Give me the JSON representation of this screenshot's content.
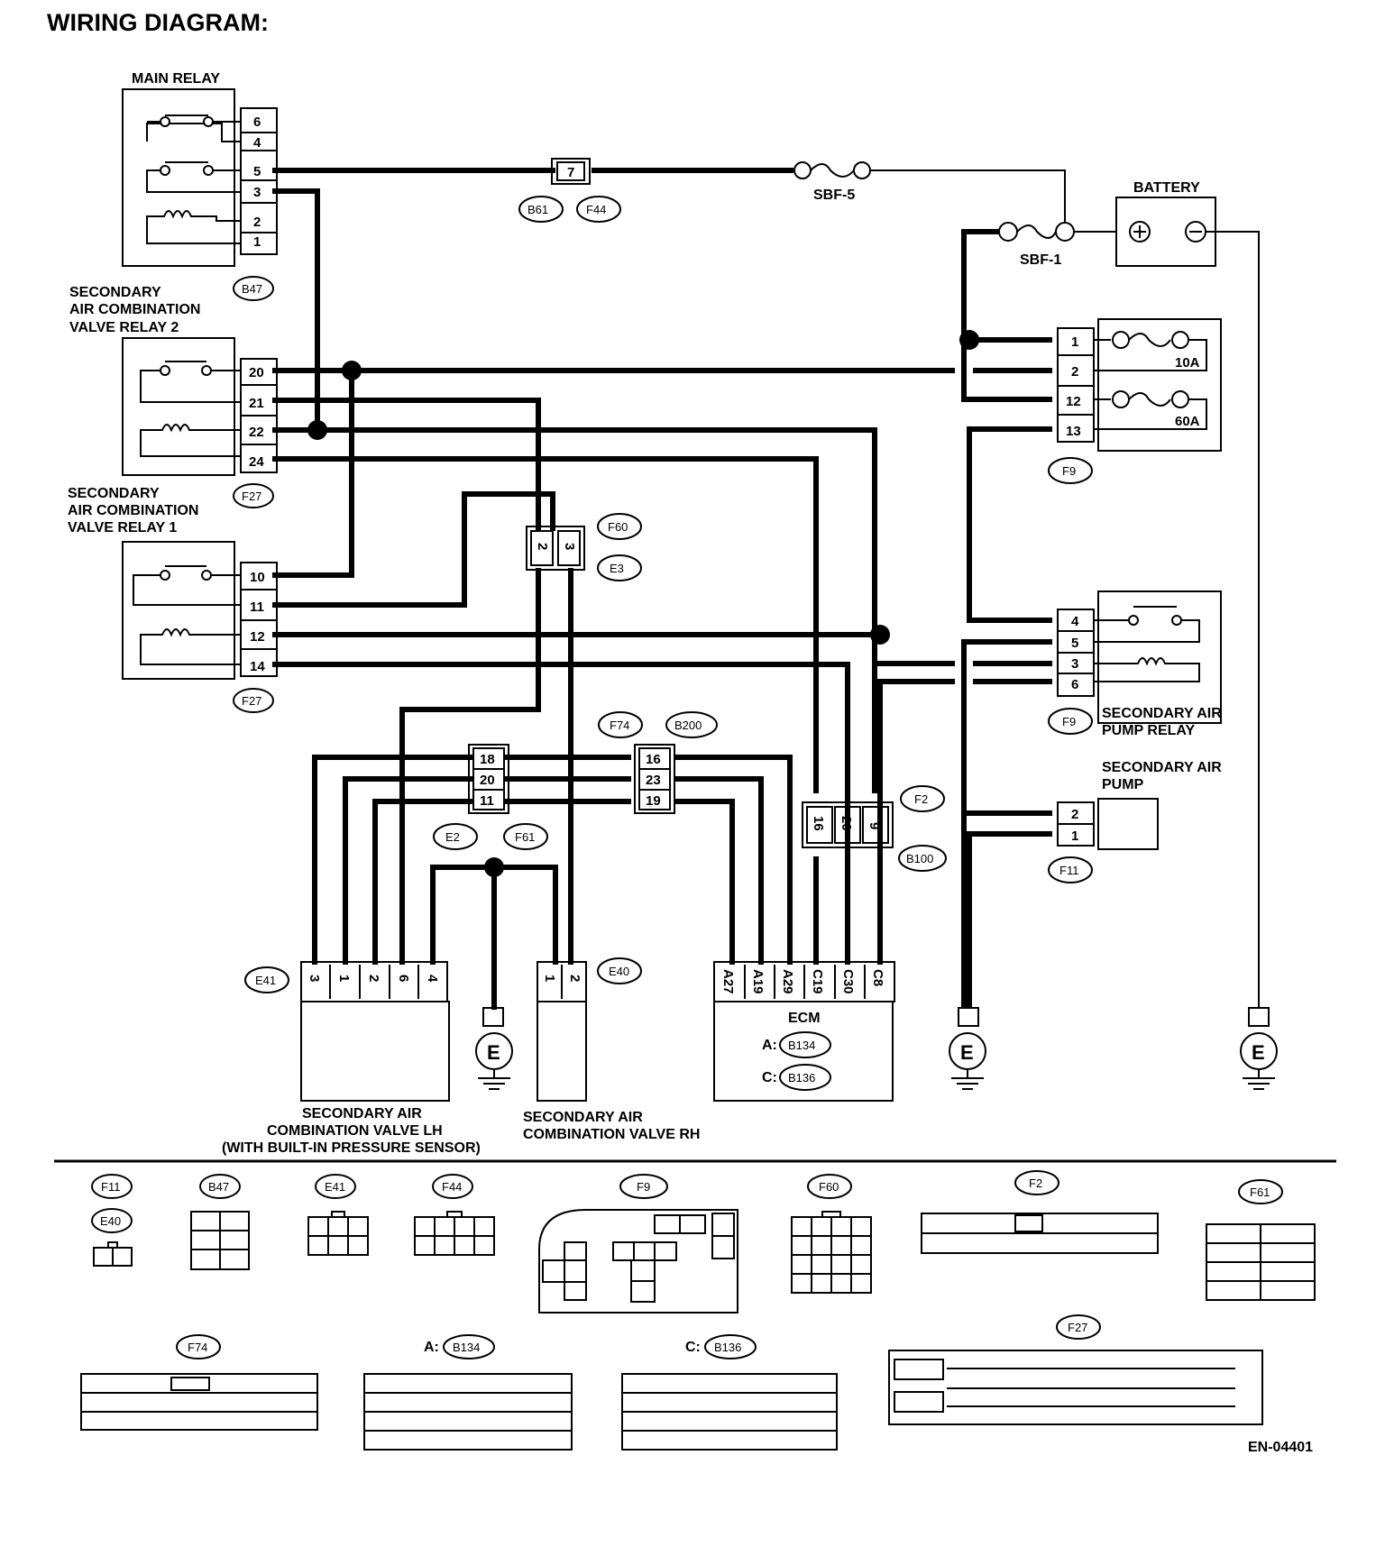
{
  "title": "WIRING DIAGRAM:",
  "components": {
    "main_relay": {
      "label": "MAIN RELAY",
      "connector": "B47",
      "pins": [
        "6",
        "4",
        "5",
        "3",
        "2",
        "1"
      ]
    },
    "sacv_relay_2": {
      "label": [
        "SECONDARY",
        "AIR COMBINATION",
        "VALVE RELAY 2"
      ],
      "connector": "F27",
      "pins": [
        "20",
        "21",
        "22",
        "24"
      ]
    },
    "sacv_relay_1": {
      "label": [
        "SECONDARY",
        "AIR COMBINATION",
        "VALVE RELAY 1"
      ],
      "connector": "F27",
      "pins": [
        "10",
        "11",
        "12",
        "14"
      ]
    },
    "battery": {
      "label": "BATTERY"
    },
    "sbf5": "SBF-5",
    "sbf1": "SBF-1",
    "fuse_box": {
      "connector": "F9",
      "pins": [
        "1",
        "2",
        "12",
        "13"
      ],
      "fuse_10a": "10A",
      "fuse_60a": "60A"
    },
    "pump_relay": {
      "label": [
        "SECONDARY AIR",
        "PUMP RELAY"
      ],
      "connector": "F9",
      "pins": [
        "4",
        "5",
        "3",
        "6"
      ]
    },
    "pump": {
      "label": [
        "SECONDARY AIR",
        "PUMP"
      ],
      "connector": "F11",
      "pins": [
        "2",
        "1"
      ]
    },
    "joint_b61_f44": {
      "pin": "7",
      "connectors": [
        "B61",
        "F44"
      ]
    },
    "joint_f60_e3": {
      "pins": [
        "2",
        "3"
      ],
      "connectors": [
        "F60",
        "E3"
      ]
    },
    "joint_e2_f61": {
      "pins": [
        "18",
        "20",
        "11"
      ],
      "connectors": [
        "E2",
        "F61"
      ]
    },
    "joint_f74_b200": {
      "pins": [
        "16",
        "23",
        "19"
      ],
      "connectors": [
        "F74",
        "B200"
      ]
    },
    "joint_f2_b100": {
      "pins": [
        "16",
        "20",
        "9"
      ],
      "connectors": [
        "F2",
        "B100"
      ]
    },
    "valve_lh": {
      "connector": "E41",
      "pins": [
        "3",
        "1",
        "2",
        "6",
        "4"
      ],
      "label": [
        "SECONDARY AIR",
        "COMBINATION VALVE LH",
        "(WITH BUILT-IN PRESSURE SENSOR)"
      ]
    },
    "valve_rh": {
      "connector": "E40",
      "pins": [
        "1",
        "2"
      ],
      "label": [
        "SECONDARY AIR",
        "COMBINATION VALVE RH"
      ]
    },
    "ecm": {
      "label": "ECM",
      "pins": [
        "A27",
        "A19",
        "A29",
        "C19",
        "C30",
        "C8"
      ],
      "conn_a_prefix": "A:",
      "conn_a": "B134",
      "conn_c_prefix": "C:",
      "conn_c": "B136"
    },
    "ground_symbol": "E"
  },
  "connector_views": {
    "F11": "F11",
    "E40": "E40",
    "B47": "B47",
    "E41": "E41",
    "F44": "F44",
    "F9": "F9",
    "F60": "F60",
    "F2": "F2",
    "F61": "F61",
    "F74": "F74",
    "B134_prefix": "A:",
    "B134": "B134",
    "B136_prefix": "C:",
    "B136": "B136",
    "F27": "F27"
  },
  "figure_code": "EN-04401"
}
